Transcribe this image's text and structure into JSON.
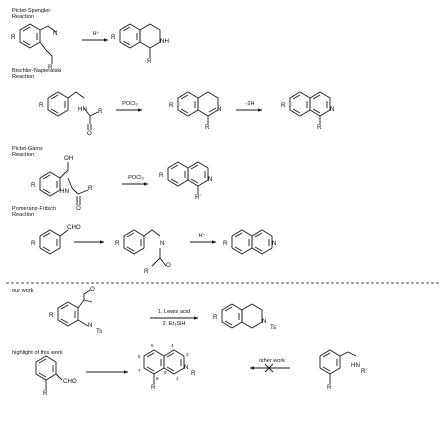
{
  "reactions": {
    "pictet_spengler": "Pictet-Spengler\nReaction",
    "bischler_napieralski": "Bischler-Napieralski\nReaction",
    "pictet_gams": "Pictet-Gams\nReaction",
    "pomeranz_fritsch": "Pomeranz-Fritsch\nReaction"
  },
  "sections": {
    "our_work": "our work",
    "highlight": "highlight of this work"
  },
  "reagents": {
    "h_plus_1": "H⁺",
    "pocl3_1": "POCl₃",
    "minus_2h": "-2H",
    "pocl3_2": "POCl₃",
    "h_plus_2": "H⁺",
    "lewis_acid": "1. Lewis acid",
    "et3sih": "2. Et₃SiH",
    "other_work": "other work"
  },
  "atoms": {
    "R": "R",
    "N": "N",
    "NH": "NH",
    "HN": "HN",
    "O": "O",
    "OH": "OH",
    "CHO": "CHO",
    "Ts": "Ts",
    "N_Ts": "N",
    "R_prime": "R'",
    "OR_prime": "O",
    "R_prime2": "R'",
    "HN_R": "HN",
    "R_subst": "R'"
  },
  "ring_numbers": [
    "1",
    "2",
    "3",
    "4",
    "5",
    "6",
    "7",
    "8"
  ]
}
